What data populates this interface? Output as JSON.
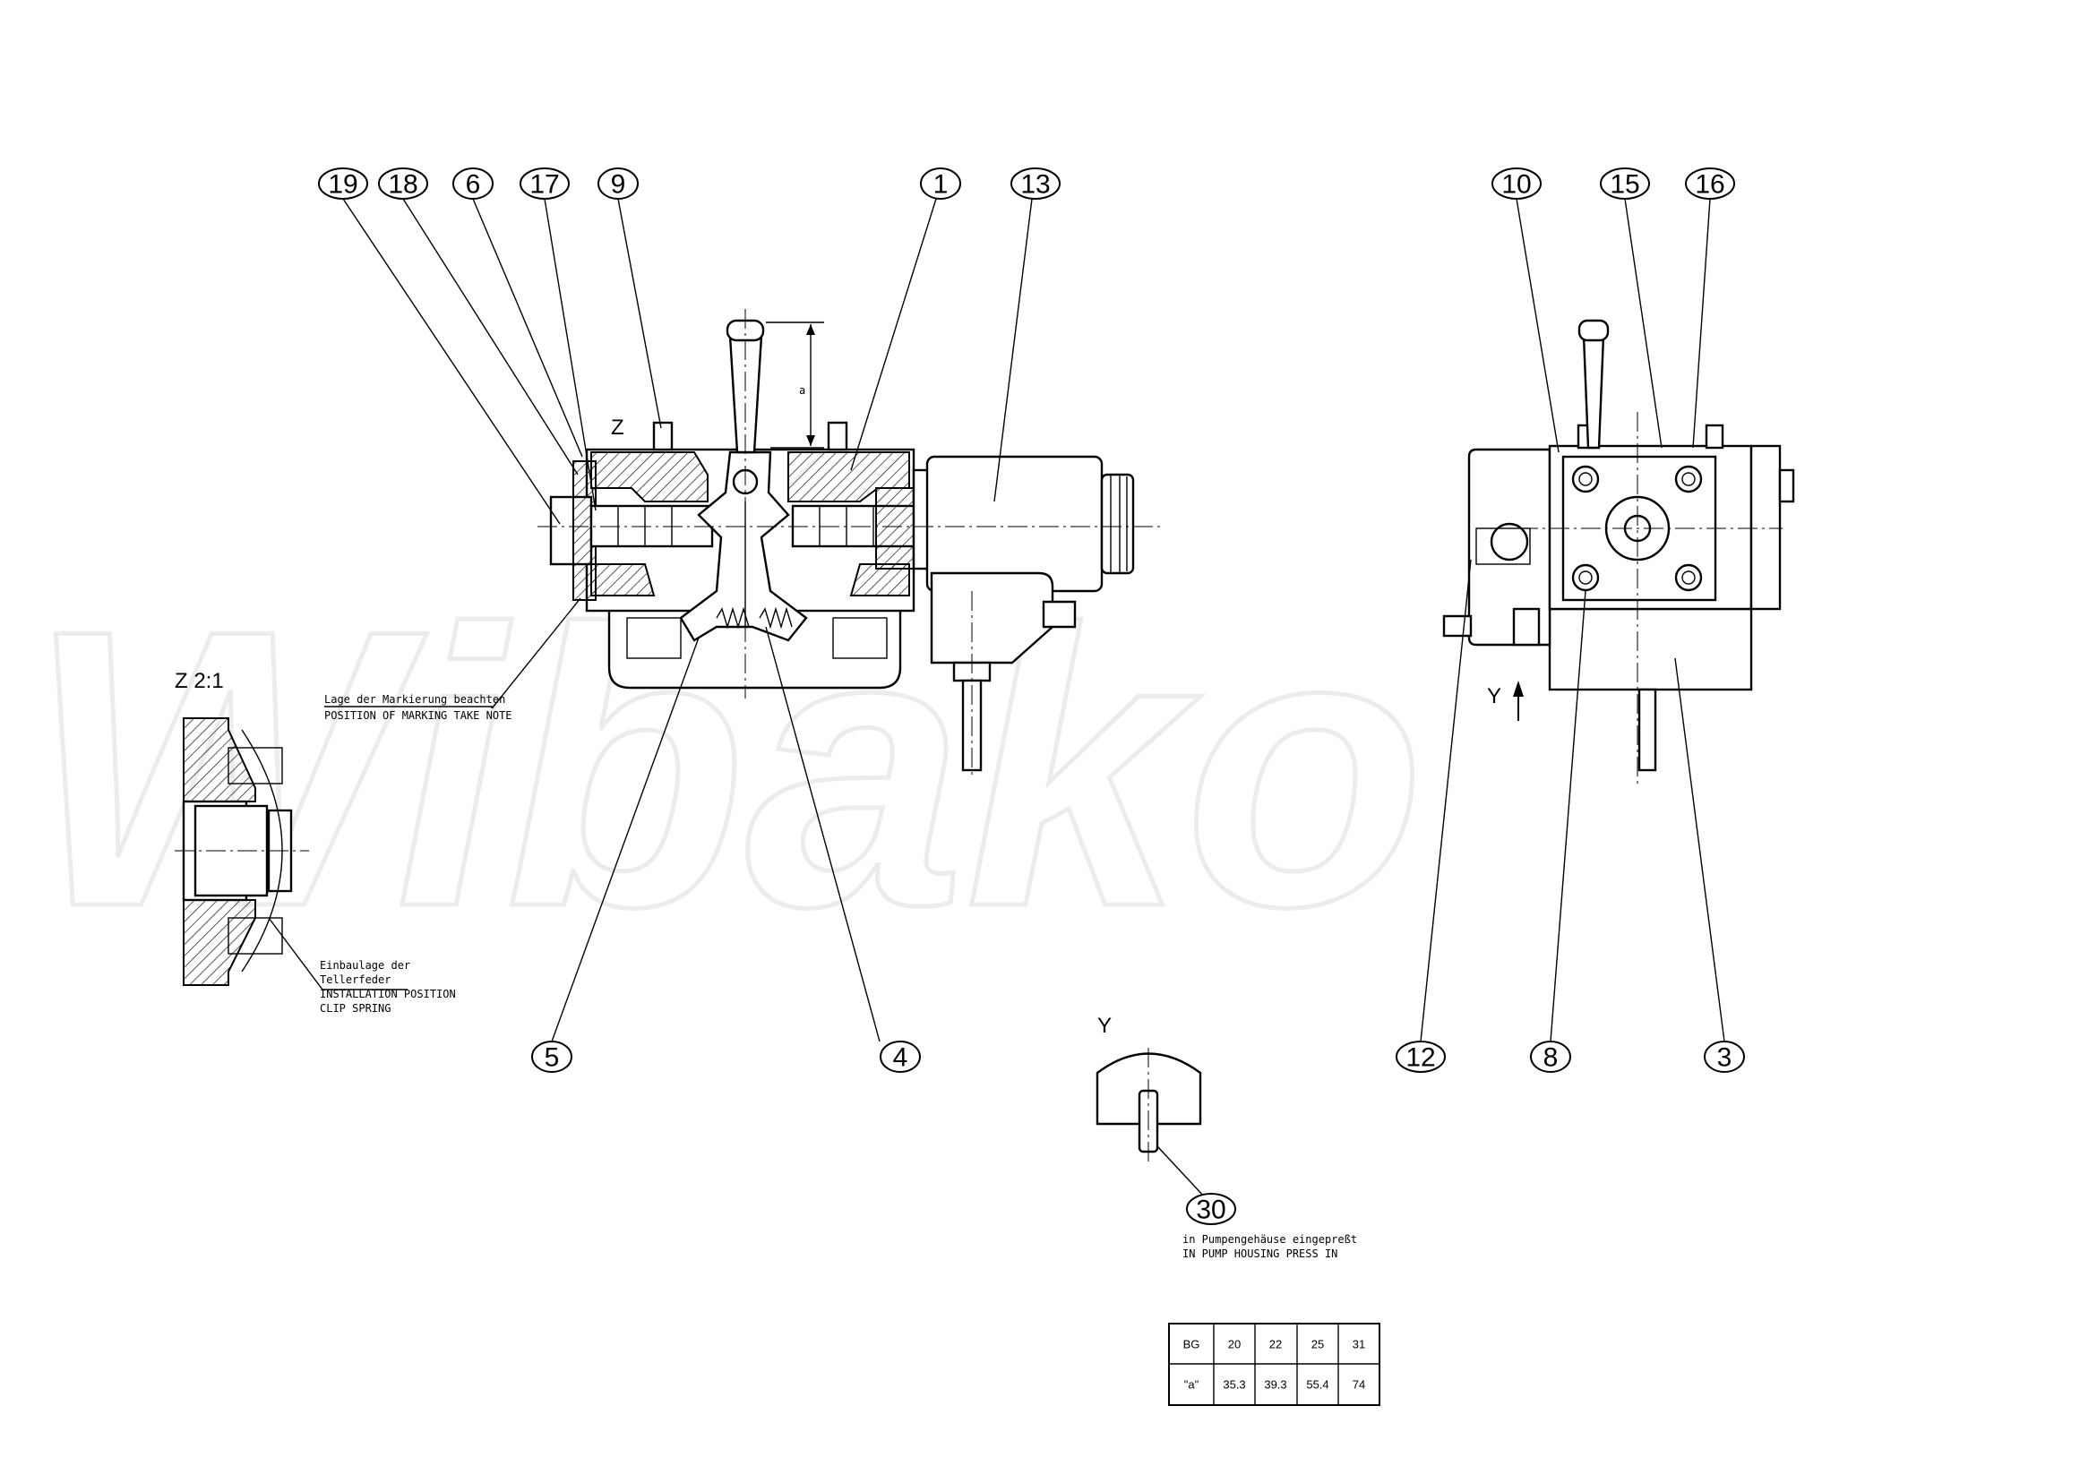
{
  "watermark": "Wibako",
  "balloons": {
    "top_left": [
      "19",
      "18",
      "6",
      "17",
      "9",
      "1",
      "13"
    ],
    "top_right": [
      "10",
      "15",
      "16"
    ],
    "bottom_left": [
      "5",
      "4"
    ],
    "bottom_right": [
      "12",
      "8",
      "3"
    ],
    "pin": "30"
  },
  "view_labels": {
    "z": "Z",
    "detail_z": "Z 2:1",
    "y_arrow": "Y",
    "y_view": "Y",
    "dim_a": "a"
  },
  "notes": {
    "marking_de": "Lage der Markierung beachten",
    "marking_en": "POSITION OF MARKING TAKE NOTE",
    "clip_de_1": "Einbaulage der",
    "clip_de_2": "Tellerfeder",
    "clip_en_1": "INSTALLATION POSITION",
    "clip_en_2": "CLIP SPRING",
    "press_de": "in Pumpengehäuse eingepreßt",
    "press_en": "IN PUMP HOUSING PRESS IN"
  },
  "size_table": {
    "headers": [
      "BG",
      "20",
      "22",
      "25",
      "31"
    ],
    "row": [
      "\"a\"",
      "35.3",
      "39.3",
      "55.4",
      "74"
    ]
  }
}
